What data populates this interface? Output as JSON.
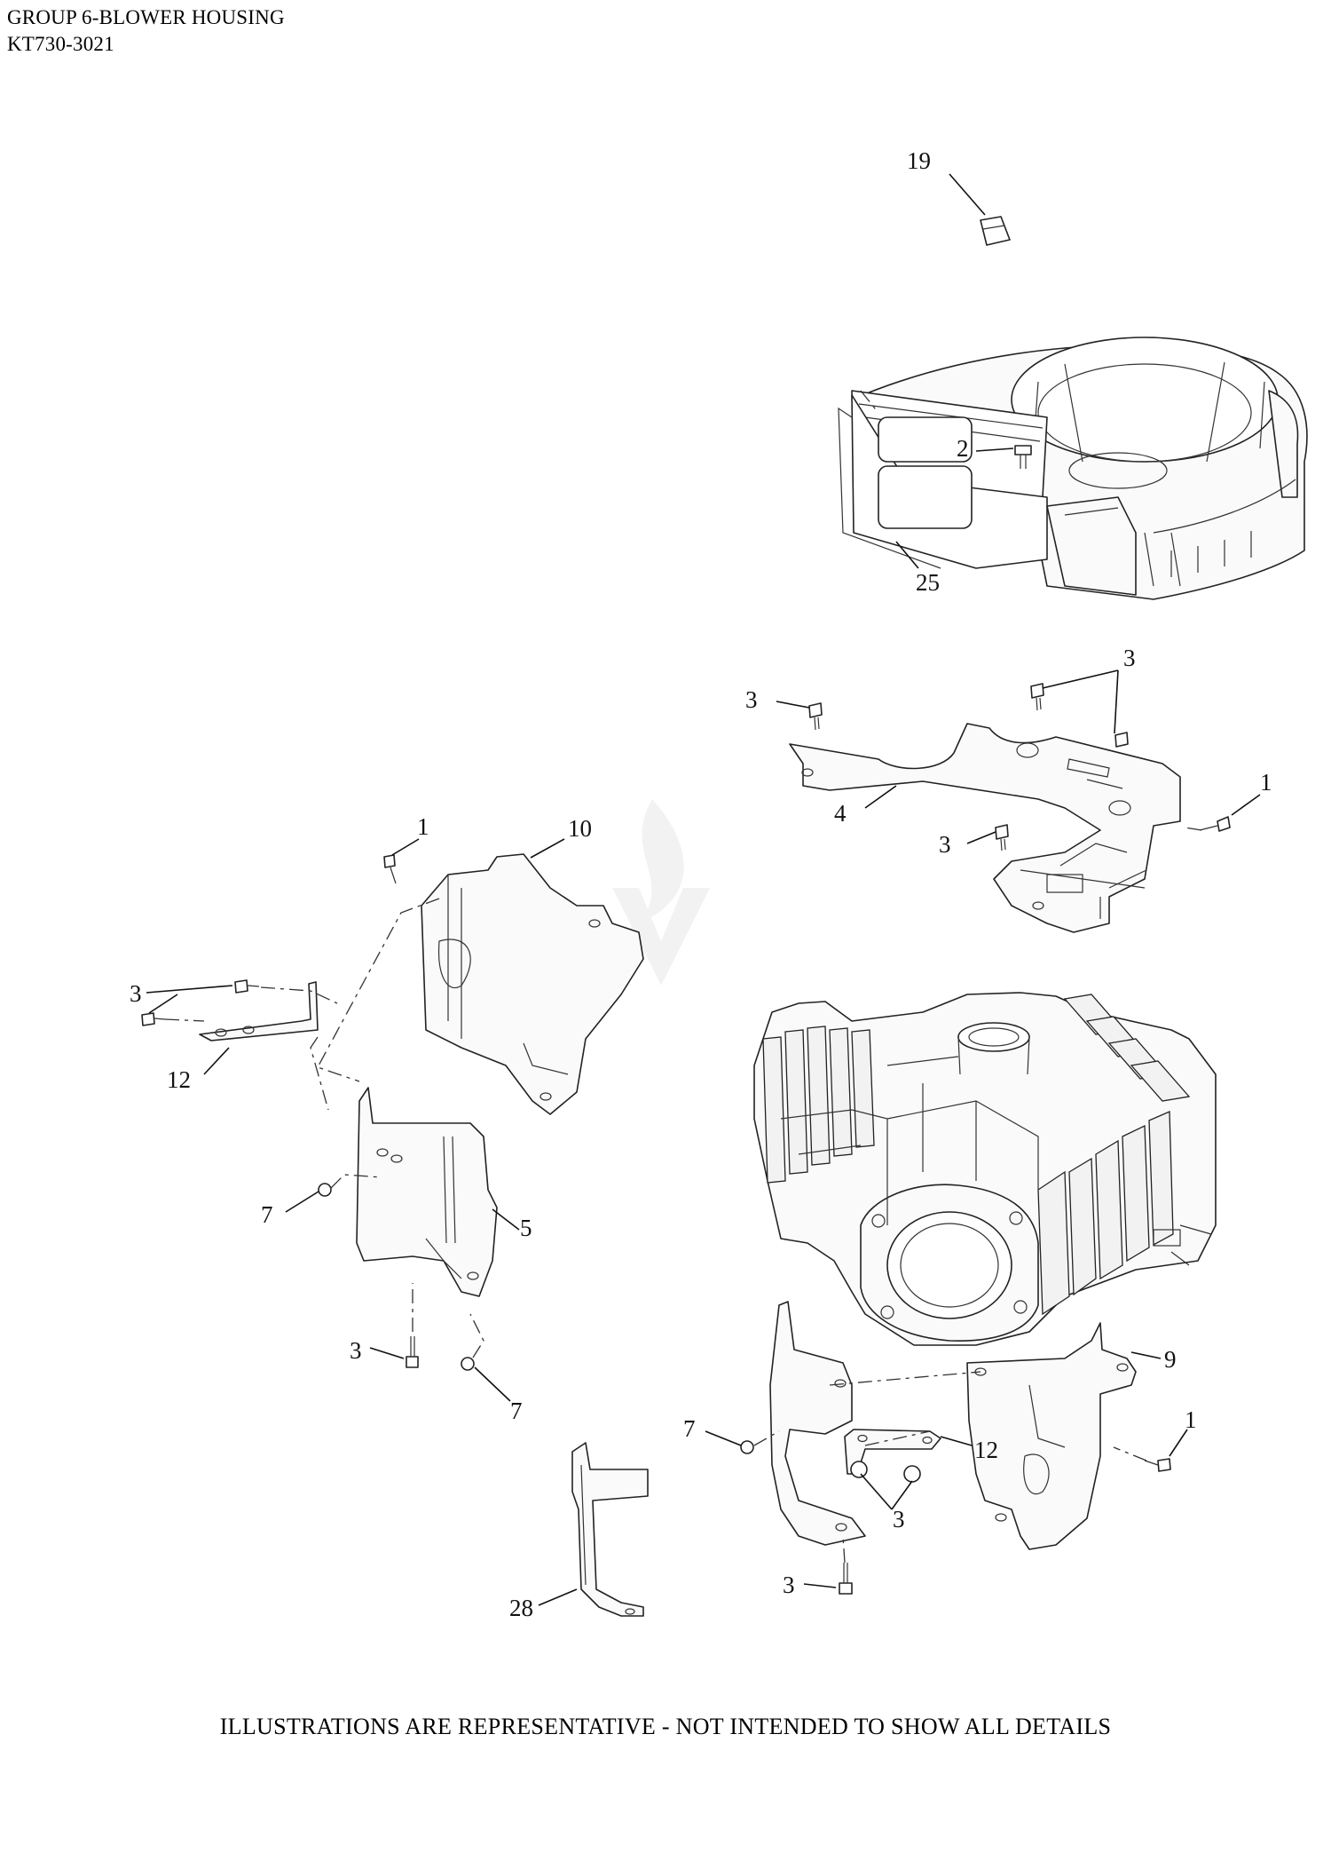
{
  "header": {
    "line1": "GROUP 6-BLOWER HOUSING",
    "line2": "KT730-3021"
  },
  "callouts": {
    "c19": "19",
    "c2": "2",
    "c25": "25",
    "c3_top_left": "3",
    "c3_top_right": "3",
    "c1_top_right": "1",
    "c4": "4",
    "c3_mid_right": "3",
    "c1_left": "1",
    "c10": "10",
    "c3_left": "3",
    "c12_left": "12",
    "c7_left": "7",
    "c5": "5",
    "c3_bottom_left": "3",
    "c7_bottom_left": "7",
    "c9": "9",
    "c7_right": "7",
    "c12_right": "12",
    "c1_right": "1",
    "c3_right_pair": "3",
    "c3_bottom_right": "3",
    "c28": "28"
  },
  "footer": "ILLUSTRATIONS ARE REPRESENTATIVE - NOT INTENDED TO SHOW ALL DETAILS"
}
